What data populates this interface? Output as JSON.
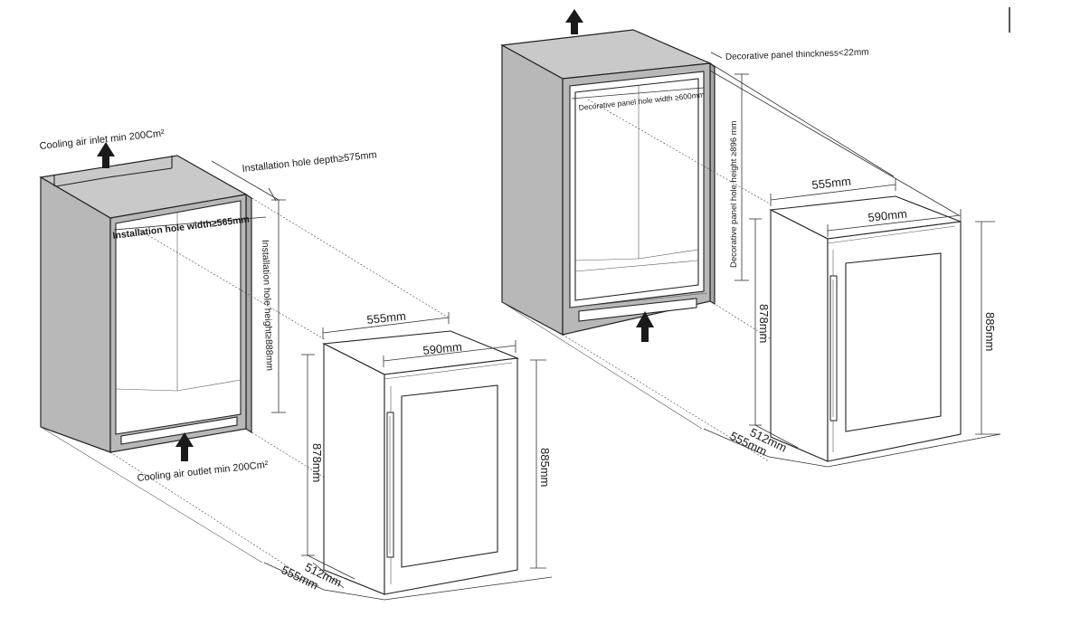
{
  "left_diagram": {
    "cooling_inlet": "Cooling air inlet min 200Cm²",
    "cooling_outlet": "Cooling air outlet min 200Cm²",
    "hole_depth": "Installation hole depth≥575mm",
    "hole_width": "Installation hole width≥565mm",
    "hole_height": "Installation hole height≥888mm",
    "dim_555_top": "555mm",
    "dim_590": "590mm",
    "dim_878": "878mm",
    "dim_885": "885mm",
    "dim_512": "512mm",
    "dim_555_bottom": "555mm"
  },
  "right_diagram": {
    "panel_thickness": "Decorative panel  thinckness<22mm",
    "panel_hole_width": "Decorative panel hole width ≥600mm",
    "panel_hole_height": "Decorative panel hole height ≥896 mm",
    "dim_555_top": "555mm",
    "dim_590": "590mm",
    "dim_878": "878mm",
    "dim_885": "885mm",
    "dim_512": "512mm",
    "dim_555_bottom": "555mm"
  },
  "colors": {
    "cabinet_fill": "#b8b8b8",
    "line": "#222222",
    "background": "#ffffff"
  }
}
